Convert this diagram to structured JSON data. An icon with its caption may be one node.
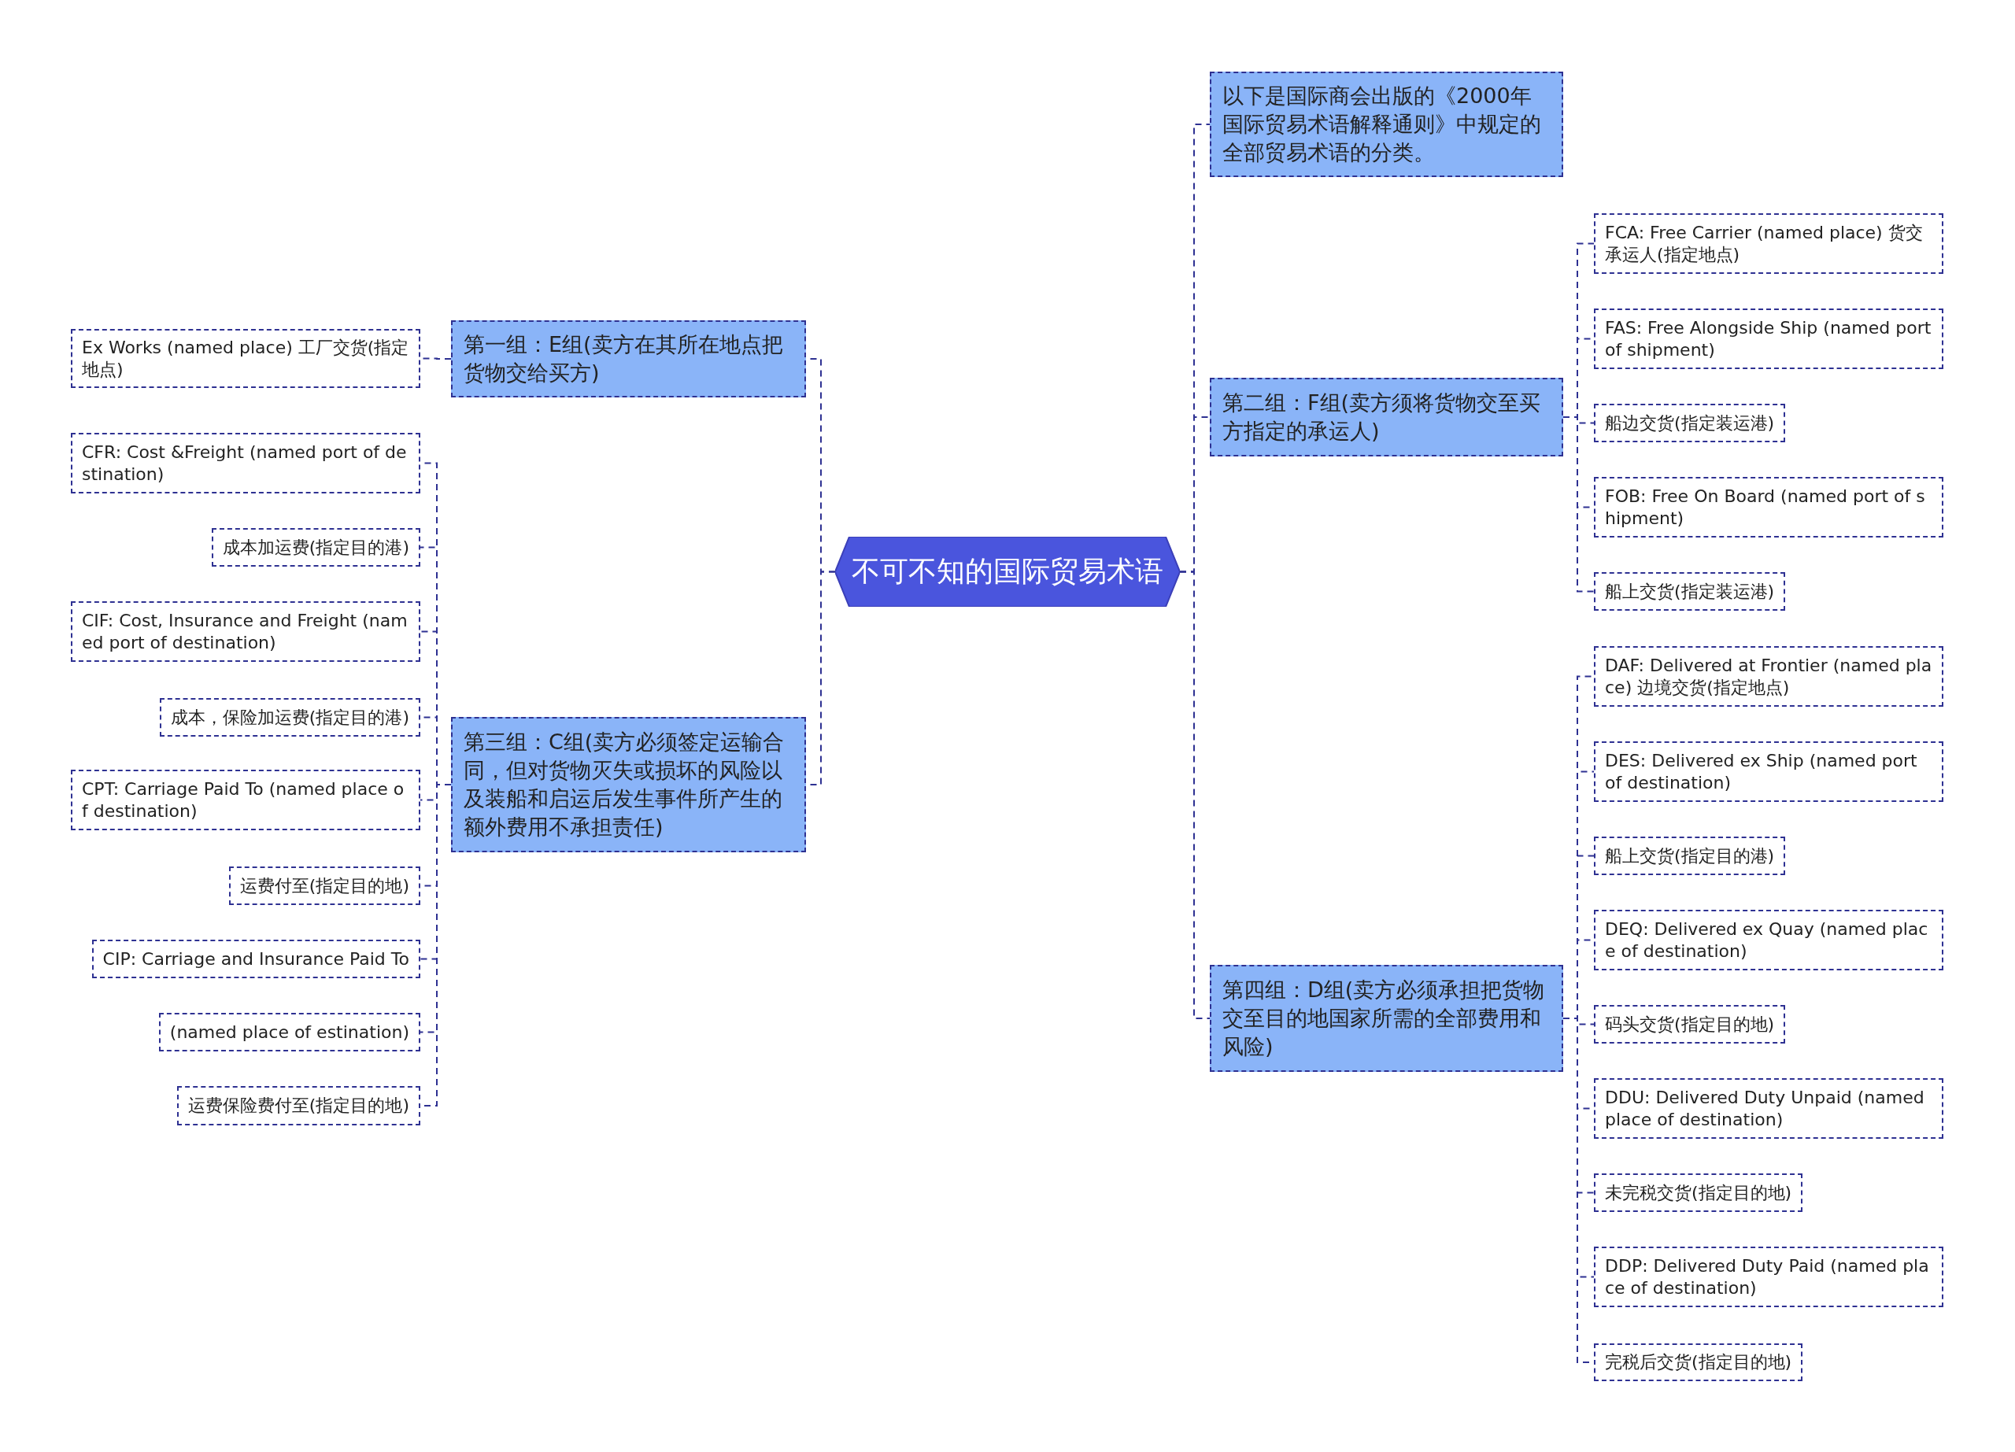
{
  "diagram": {
    "nodes": [
      {
        "text": [
          "不可不知的国际贸易术语"
        ]
      },
      {
        "text": [
          "第一组：E组(卖方在其所在地点把货物交给买方)"
        ]
      },
      {
        "text": [
          "Ex Works (named place) 工厂交货(指定地点)"
        ]
      },
      {
        "text": [
          "第三组：C组(卖方必须签定运输合同，但对货物灭失或损坏的风险以及装船和启运后发生事件所产生的额外费用不承担责任)"
        ]
      },
      {
        "text": [
          "CFR: Cost &Freight (named port of destination)"
        ]
      },
      {
        "text": [
          "成本加运费(指定目的港)"
        ]
      },
      {
        "text": [
          "CIF: Cost, Insurance and Freight (named port of destination)"
        ]
      },
      {
        "text": [
          "成本，保险加运费(指定目的港)"
        ]
      },
      {
        "text": [
          "CPT: Carriage Paid To (named place of destination)"
        ]
      },
      {
        "text": [
          "运费付至(指定目的地)"
        ]
      },
      {
        "text": [
          "CIP: Carriage and Insurance Paid To"
        ]
      },
      {
        "text": [
          "(named place of estination)"
        ]
      },
      {
        "text": [
          "运费保险费付至(指定目的地)"
        ]
      },
      {
        "text": [
          "以下是国际商会出版的《2000年国际贸易术语解释通则》中规定的全部贸易术语的分类。"
        ]
      },
      {
        "text": [
          "第二组：F组(卖方须将货物交至买方指定的承运人)"
        ]
      },
      {
        "text": [
          "FCA: Free Carrier (named place) 货交承运人(指定地点)"
        ]
      },
      {
        "text": [
          "FAS: Free Alongside Ship (named port of shipment)"
        ]
      },
      {
        "text": [
          "船边交货(指定装运港)"
        ]
      },
      {
        "text": [
          "FOB: Free On Board (named port of shipment)"
        ]
      },
      {
        "text": [
          "船上交货(指定装运港)"
        ]
      },
      {
        "text": [
          "第四组：D组(卖方必须承担把货物交至目的地国家所需的全部费用和风险)"
        ]
      },
      {
        "text": [
          "DAF: Delivered at Frontier (named place) 边境交货(指定地点)"
        ]
      },
      {
        "text": [
          "DES: Delivered ex Ship (named port of destination)"
        ]
      },
      {
        "text": [
          "船上交货(指定目的港)"
        ]
      },
      {
        "text": [
          "DEQ: Delivered ex Quay (named place of destination)"
        ]
      },
      {
        "text": [
          "码头交货(指定目的地)"
        ]
      },
      {
        "text": [
          "DDU: Delivered Duty Unpaid (named place of destination)"
        ]
      },
      {
        "text": [
          "未完税交货(指定目的地)"
        ]
      },
      {
        "text": [
          "DDP: Delivered Duty Paid (named place of destination)"
        ]
      },
      {
        "text": [
          "完税后交货(指定目的地)"
        ]
      }
    ],
    "edges": [
      {
        "from": 0,
        "to": 1,
        "arrow": "none"
      },
      {
        "from": 0,
        "to": 3,
        "arrow": "none"
      },
      {
        "from": 0,
        "to": 13,
        "arrow": "none"
      },
      {
        "from": 0,
        "to": 14,
        "arrow": "none"
      },
      {
        "from": 0,
        "to": 20,
        "arrow": "none"
      },
      {
        "from": 1,
        "to": 2,
        "arrow": "none"
      },
      {
        "from": 3,
        "to": 4,
        "arrow": "none"
      },
      {
        "from": 3,
        "to": 5,
        "arrow": "none"
      },
      {
        "from": 3,
        "to": 6,
        "arrow": "none"
      },
      {
        "from": 3,
        "to": 7,
        "arrow": "none"
      },
      {
        "from": 3,
        "to": 8,
        "arrow": "none"
      },
      {
        "from": 3,
        "to": 9,
        "arrow": "none"
      },
      {
        "from": 3,
        "to": 10,
        "arrow": "none"
      },
      {
        "from": 3,
        "to": 11,
        "arrow": "none"
      },
      {
        "from": 3,
        "to": 12,
        "arrow": "none"
      },
      {
        "from": 14,
        "to": 15,
        "arrow": "none"
      },
      {
        "from": 14,
        "to": 16,
        "arrow": "none"
      },
      {
        "from": 14,
        "to": 17,
        "arrow": "none"
      },
      {
        "from": 14,
        "to": 18,
        "arrow": "none"
      },
      {
        "from": 14,
        "to": 19,
        "arrow": "none"
      },
      {
        "from": 20,
        "to": 21,
        "arrow": "none"
      },
      {
        "from": 20,
        "to": 22,
        "arrow": "none"
      },
      {
        "from": 20,
        "to": 23,
        "arrow": "none"
      },
      {
        "from": 20,
        "to": 24,
        "arrow": "none"
      },
      {
        "from": 20,
        "to": 25,
        "arrow": "none"
      },
      {
        "from": 20,
        "to": 26,
        "arrow": "none"
      },
      {
        "from": 20,
        "to": 27,
        "arrow": "none"
      },
      {
        "from": 20,
        "to": 28,
        "arrow": "none"
      },
      {
        "from": 20,
        "to": 29,
        "arrow": "none"
      }
    ]
  }
}
